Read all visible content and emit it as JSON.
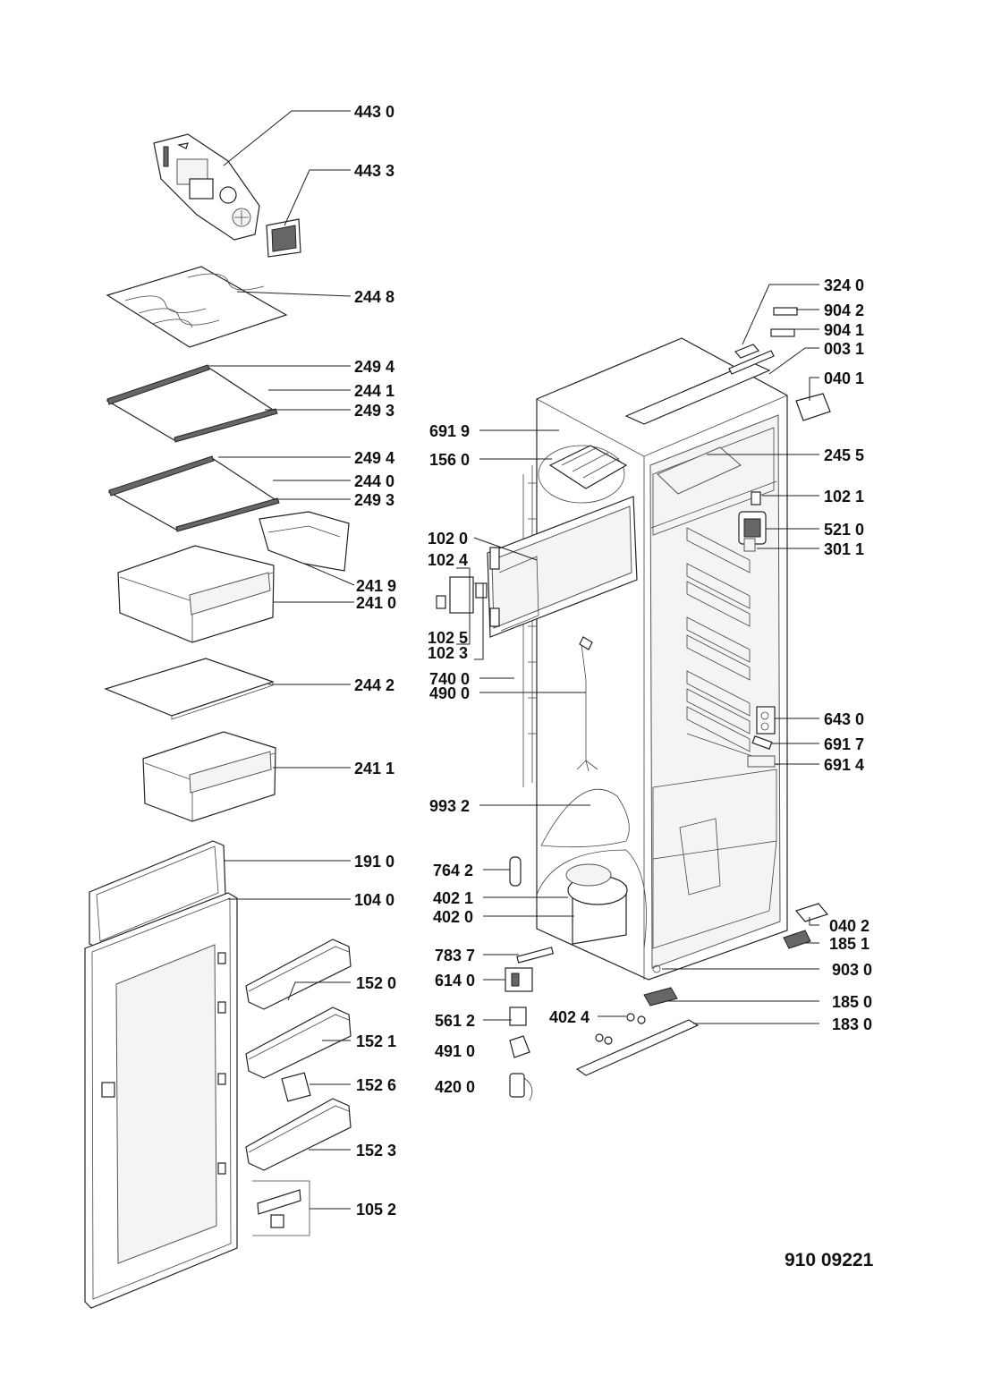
{
  "document_number": "910 09221",
  "labels": [
    {
      "id": "p4430",
      "text": "443 0"
    },
    {
      "id": "p4433",
      "text": "443 3"
    },
    {
      "id": "p2448",
      "text": "244 8"
    },
    {
      "id": "p2494a",
      "text": "249 4"
    },
    {
      "id": "p2441",
      "text": "244 1"
    },
    {
      "id": "p2493a",
      "text": "249 3"
    },
    {
      "id": "p2494b",
      "text": "249 4"
    },
    {
      "id": "p2440",
      "text": "244 0"
    },
    {
      "id": "p2493b",
      "text": "249 3"
    },
    {
      "id": "p2419",
      "text": "241 9"
    },
    {
      "id": "p2410",
      "text": "241 0"
    },
    {
      "id": "p2442",
      "text": "244 2"
    },
    {
      "id": "p2411",
      "text": "241 1"
    },
    {
      "id": "p1910",
      "text": "191 0"
    },
    {
      "id": "p1040",
      "text": "104 0"
    },
    {
      "id": "p1520",
      "text": "152 0"
    },
    {
      "id": "p1521",
      "text": "152 1"
    },
    {
      "id": "p1526",
      "text": "152 6"
    },
    {
      "id": "p1523",
      "text": "152 3"
    },
    {
      "id": "p1052",
      "text": "105 2"
    },
    {
      "id": "p3240",
      "text": "324 0"
    },
    {
      "id": "p9042",
      "text": "904 2"
    },
    {
      "id": "p9041",
      "text": "904 1"
    },
    {
      "id": "p0031",
      "text": "003 1"
    },
    {
      "id": "p0401",
      "text": "040 1"
    },
    {
      "id": "p6919",
      "text": "691 9"
    },
    {
      "id": "p1560",
      "text": "156 0"
    },
    {
      "id": "p2455",
      "text": "245 5"
    },
    {
      "id": "p1021",
      "text": "102 1"
    },
    {
      "id": "p1020",
      "text": "102 0"
    },
    {
      "id": "p5210",
      "text": "521 0"
    },
    {
      "id": "p3011",
      "text": "301 1"
    },
    {
      "id": "p1024",
      "text": "102 4"
    },
    {
      "id": "p1025",
      "text": "102 5"
    },
    {
      "id": "p1023",
      "text": "102 3"
    },
    {
      "id": "p7400",
      "text": "740 0"
    },
    {
      "id": "p4900",
      "text": "490 0"
    },
    {
      "id": "p6430",
      "text": "643 0"
    },
    {
      "id": "p6917",
      "text": "691 7"
    },
    {
      "id": "p6914",
      "text": "691 4"
    },
    {
      "id": "p9932",
      "text": "993 2"
    },
    {
      "id": "p7642",
      "text": "764 2"
    },
    {
      "id": "p4021",
      "text": "402 1"
    },
    {
      "id": "p4020",
      "text": "402 0"
    },
    {
      "id": "p0402",
      "text": "040 2"
    },
    {
      "id": "p1851",
      "text": "185 1"
    },
    {
      "id": "p7837",
      "text": "783 7"
    },
    {
      "id": "p6140",
      "text": "614 0"
    },
    {
      "id": "p9030",
      "text": "903 0"
    },
    {
      "id": "p1850",
      "text": "185 0"
    },
    {
      "id": "p5612",
      "text": "561 2"
    },
    {
      "id": "p4024",
      "text": "402 4"
    },
    {
      "id": "p1830",
      "text": "183 0"
    },
    {
      "id": "p4910",
      "text": "491 0"
    },
    {
      "id": "p4200",
      "text": "420 0"
    }
  ]
}
